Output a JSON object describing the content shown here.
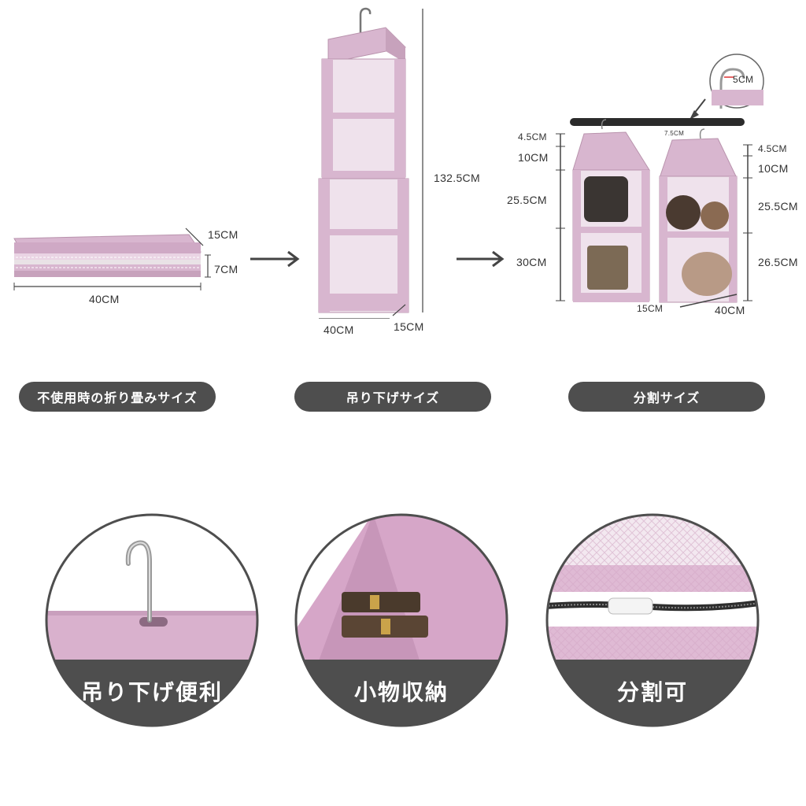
{
  "folded": {
    "width_label": "40CM",
    "depth_label": "15CM",
    "height_label": "7CM",
    "caption": "不使用時の折り畳みサイズ"
  },
  "hanging": {
    "height_label": "132.5CM",
    "width_label": "40CM",
    "depth_label": "15CM",
    "caption": "吊り下げサイズ"
  },
  "divided": {
    "hook_gap_label": "5CM",
    "spacing_label": "7.5CM",
    "left_labels": [
      "4.5CM",
      "10CM",
      "25.5CM",
      "30CM"
    ],
    "right_labels": [
      "4.5CM",
      "10CM",
      "25.5CM",
      "26.5CM"
    ],
    "depth_label": "15CM",
    "width_label": "40CM",
    "caption": "分割サイズ"
  },
  "features": [
    {
      "label": "吊り下げ便利",
      "icon": "hanger-hook"
    },
    {
      "label": "小物収納",
      "icon": "belt-pocket"
    },
    {
      "label": "分割可",
      "icon": "zipper"
    }
  ],
  "colors": {
    "pink": "#d8b6cf",
    "pink_light": "#ead4e4",
    "pink_dark": "#b993ad",
    "label_bg": "#4e4e4e",
    "dimension_line": "#444444"
  }
}
